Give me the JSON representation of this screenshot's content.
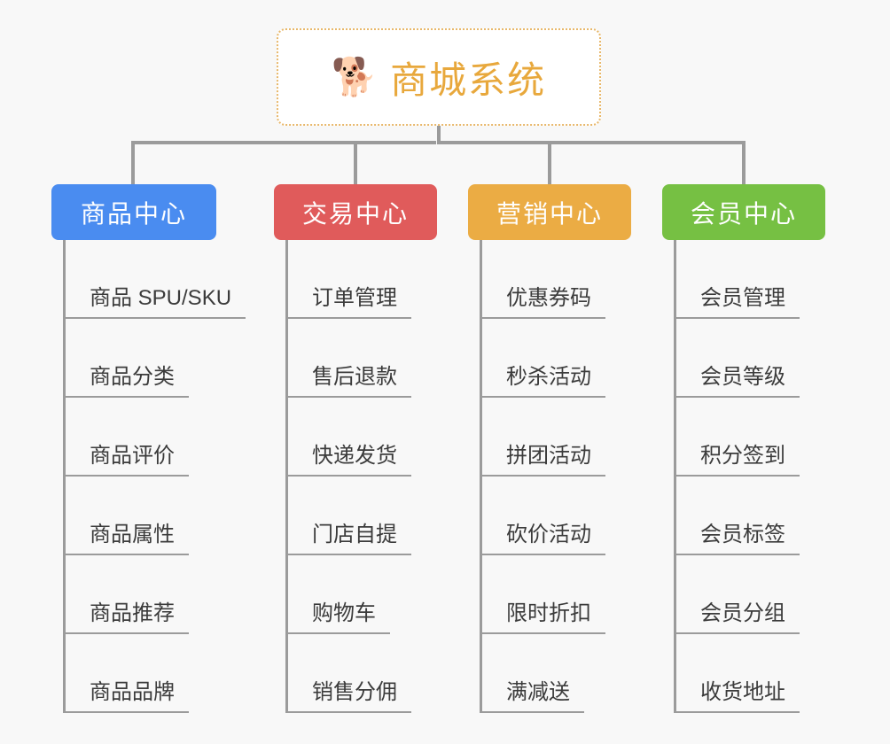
{
  "page": {
    "background_color": "#f8f8f8",
    "type": "mindmap"
  },
  "root": {
    "icon": "shiba-dog-face-emoji",
    "emoji": "🐕",
    "title": "商城系统",
    "text_color": "#e8a83c",
    "border_color": "#e8b86b",
    "background_color": "#ffffff"
  },
  "connector_color": "#9b9b9b",
  "categories": [
    {
      "label": "商品中心",
      "color": "#4a8cf0",
      "items": [
        "商品 SPU/SKU",
        "商品分类",
        "商品评价",
        "商品属性",
        "商品推荐",
        "商品品牌"
      ]
    },
    {
      "label": "交易中心",
      "color": "#e05b5b",
      "items": [
        "订单管理",
        "售后退款",
        "快递发货",
        "门店自提",
        "购物车",
        "销售分佣"
      ]
    },
    {
      "label": "营销中心",
      "color": "#ebac44",
      "items": [
        "优惠券码",
        "秒杀活动",
        "拼团活动",
        "砍价活动",
        "限时折扣",
        "满减送"
      ]
    },
    {
      "label": "会员中心",
      "color": "#76c043",
      "items": [
        "会员管理",
        "会员等级",
        "积分签到",
        "会员标签",
        "会员分组",
        "收货地址"
      ]
    }
  ]
}
